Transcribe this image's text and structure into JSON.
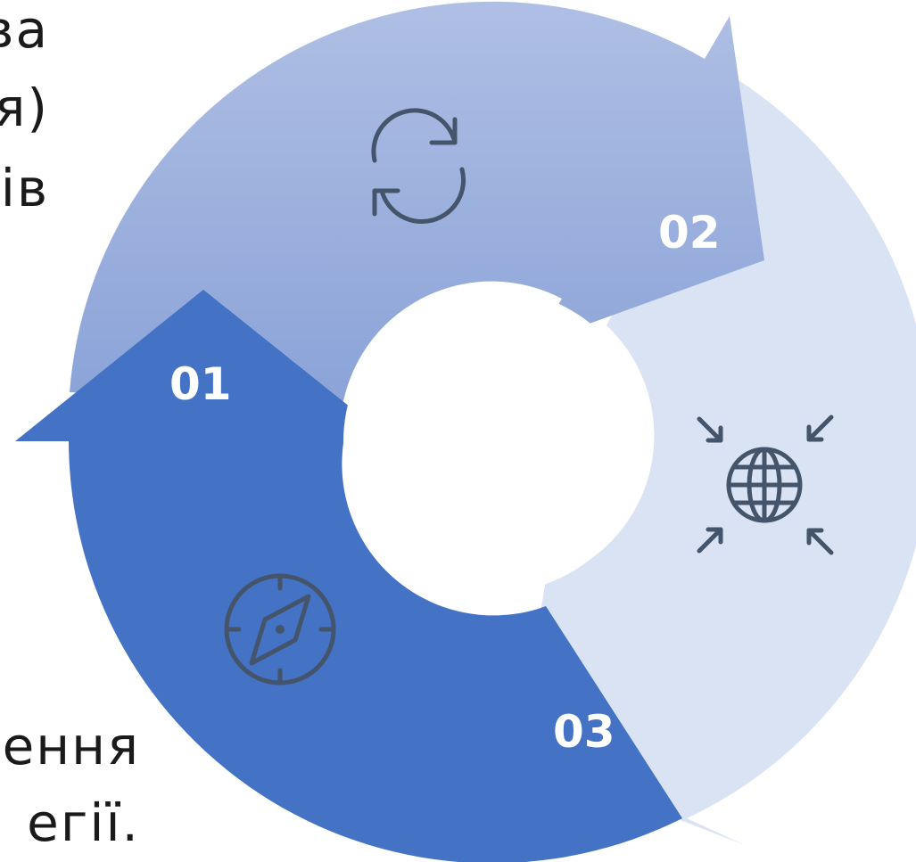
{
  "left_text": {
    "line1": "ва",
    "line2": "я)",
    "line3": "ів",
    "line4": "ення",
    "line5": "егії."
  },
  "steps": [
    {
      "number": "01",
      "icon": "compass-icon",
      "color": "#4472c4"
    },
    {
      "number": "02",
      "icon": "refresh-icon",
      "color": "#8faadc"
    },
    {
      "number": "03",
      "icon": "globe-arrows-icon",
      "color": "#dae3f3"
    }
  ],
  "colors": {
    "icon": "#44546a",
    "number_text": "#ffffff"
  }
}
